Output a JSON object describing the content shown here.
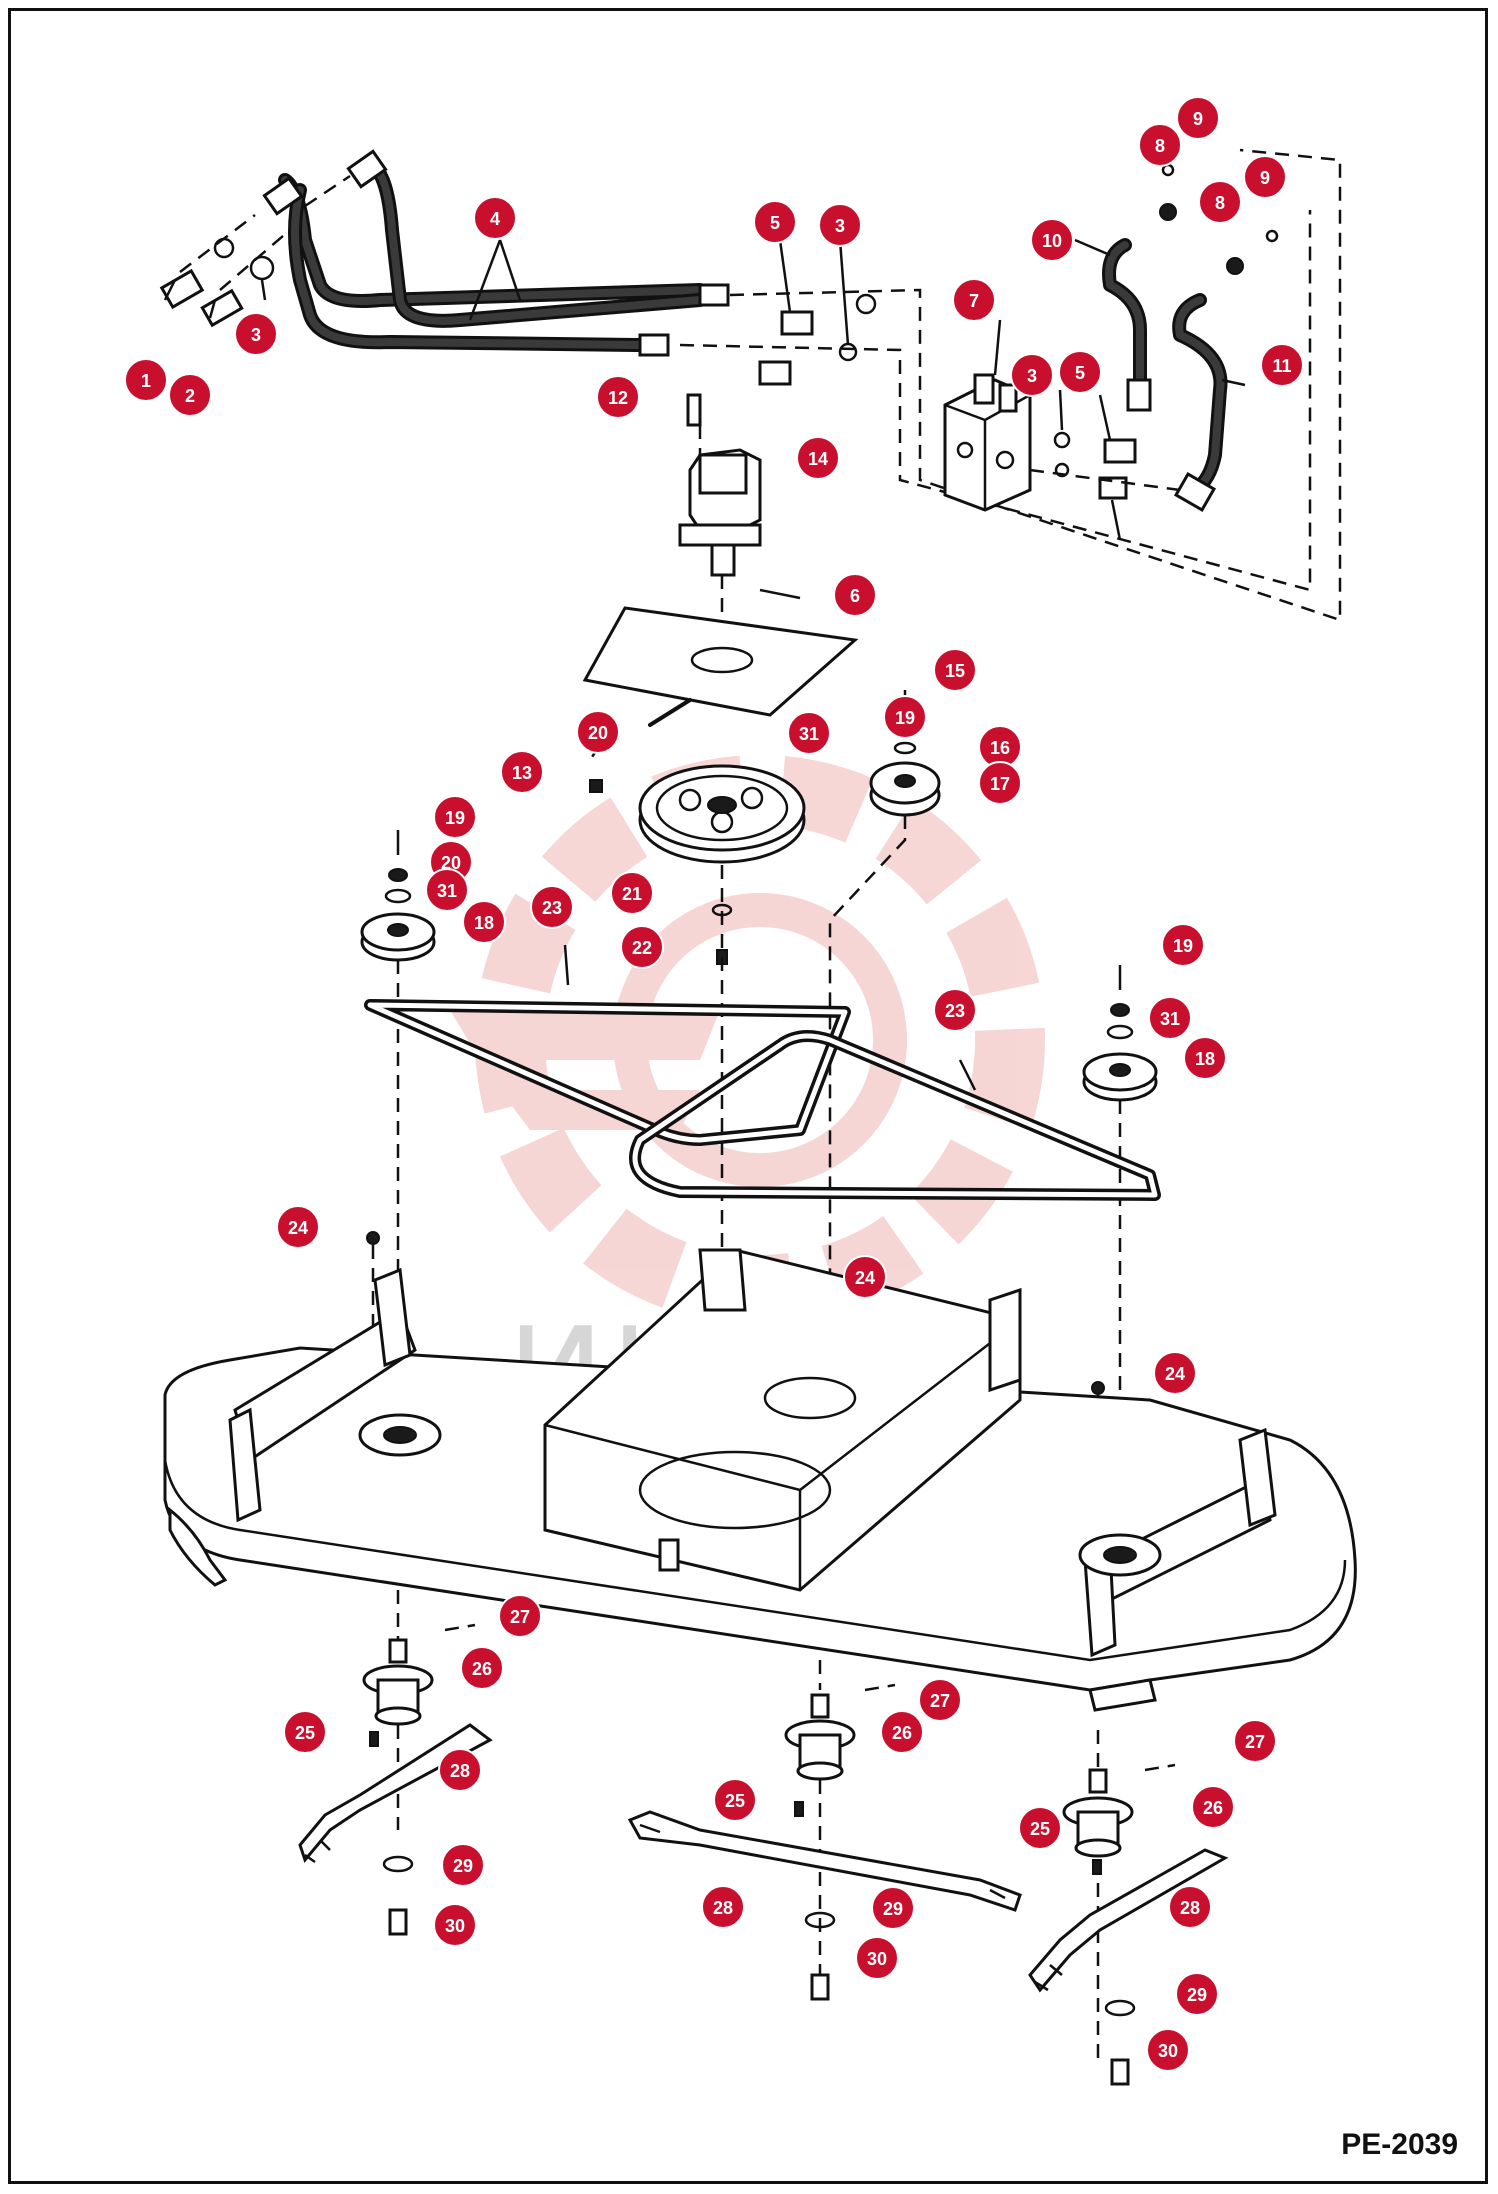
{
  "figure_code": "PE-2039",
  "watermark": "ИНТЕХ",
  "callout_color": "#c8102e",
  "callouts": [
    {
      "label": "1"
    },
    {
      "label": "2"
    },
    {
      "label": "3"
    },
    {
      "label": "4"
    },
    {
      "label": "5"
    },
    {
      "label": "3"
    },
    {
      "label": "9"
    },
    {
      "label": "8"
    },
    {
      "label": "9"
    },
    {
      "label": "8"
    },
    {
      "label": "10"
    },
    {
      "label": "7"
    },
    {
      "label": "3"
    },
    {
      "label": "5"
    },
    {
      "label": "11"
    },
    {
      "label": "12"
    },
    {
      "label": "14"
    },
    {
      "label": "6"
    },
    {
      "label": "15"
    },
    {
      "label": "19"
    },
    {
      "label": "20"
    },
    {
      "label": "16"
    },
    {
      "label": "31"
    },
    {
      "label": "13"
    },
    {
      "label": "17"
    },
    {
      "label": "19"
    },
    {
      "label": "20"
    },
    {
      "label": "31"
    },
    {
      "label": "21"
    },
    {
      "label": "23"
    },
    {
      "label": "18"
    },
    {
      "label": "22"
    },
    {
      "label": "19"
    },
    {
      "label": "23"
    },
    {
      "label": "31"
    },
    {
      "label": "18"
    },
    {
      "label": "24"
    },
    {
      "label": "24"
    },
    {
      "label": "24"
    },
    {
      "label": "27"
    },
    {
      "label": "26"
    },
    {
      "label": "27"
    },
    {
      "label": "25"
    },
    {
      "label": "26"
    },
    {
      "label": "27"
    },
    {
      "label": "28"
    },
    {
      "label": "25"
    },
    {
      "label": "26"
    },
    {
      "label": "25"
    },
    {
      "label": "29"
    },
    {
      "label": "28"
    },
    {
      "label": "29"
    },
    {
      "label": "28"
    },
    {
      "label": "30"
    },
    {
      "label": "30"
    },
    {
      "label": "29"
    },
    {
      "label": "30"
    }
  ]
}
